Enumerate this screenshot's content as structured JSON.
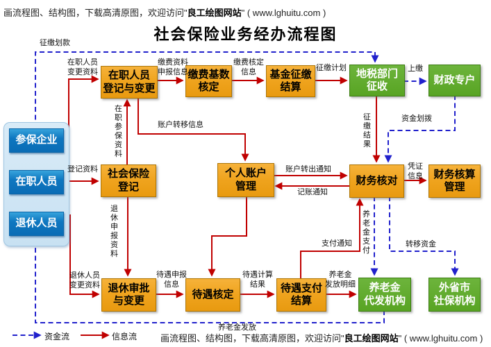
{
  "page": {
    "title": "社会保险业务经办流程图",
    "promo": {
      "prefix": "画流程图、结构图，下载高清原图，欢迎访问\"",
      "site": "良工绘图网站",
      "suffix": "\" ( www.lghuitu.com )"
    }
  },
  "colors": {
    "info_flow": "#c00000",
    "fund_flow": "#2121cc",
    "orange_node": "#efa31d",
    "green_node": "#58a423",
    "blue_node": "#0e77c0",
    "panel_bg": "#cde3f2"
  },
  "nodes": {
    "insured_employer": {
      "label": "参保企业"
    },
    "active_staff": {
      "label": "在职人员"
    },
    "retired_staff": {
      "label": "退休人员"
    },
    "active_registration": {
      "label": "在职人员\n登记与变更"
    },
    "payment_base": {
      "label": "缴费基数\n核定"
    },
    "fund_collection": {
      "label": "基金征缴\n结算"
    },
    "tax_dept": {
      "label": "地税部门\n征收"
    },
    "treasury_account": {
      "label": "财政专户"
    },
    "social_insurance_reg": {
      "label": "社会保险\n登记"
    },
    "personal_account": {
      "label": "个人账户\n管理"
    },
    "finance_check": {
      "label": "财务核对"
    },
    "finance_accounting": {
      "label": "财务核算\n管理"
    },
    "retirement_approval": {
      "label": "退休审批\n与变更"
    },
    "benefit_assessment": {
      "label": "待遇核定"
    },
    "benefit_payment": {
      "label": "待遇支付\n结算"
    },
    "pension_agency": {
      "label": "养老金\n代发机构"
    },
    "other_province_agency": {
      "label": "外省市\n社保机构"
    }
  },
  "edge_labels": {
    "collection_transfer": "征缴划款",
    "active_change_info": "在职人员\n变更资料",
    "payment_declare_info": "缴费资料\n申报信息",
    "payment_check_info": "缴费核定\n信息",
    "collection_plan": "征缴计划",
    "turn_in": "上缴",
    "fund_allocation": "资金划拨",
    "collection_result": "征缴结果",
    "active_insured_info": "在职参保资料",
    "registration_info": "登记资料",
    "account_transfer_info": "账户转移信息",
    "account_out_notice": "账户转出通知",
    "bookkeeping_notice": "记账通知",
    "voucher_info": "凭证\n信息",
    "retire_declare_info": "退休申报资料",
    "retire_change_info": "退休人员\n变更资料",
    "benefit_declare_info": "待遇申报\n信息",
    "benefit_calc_result": "待遇计算\n结果",
    "payment_notice": "支付通知",
    "pension_payment": "养老金支付",
    "transfer_funds": "转移资金",
    "pension_detail": "养老金\n发放明细",
    "pension_disburse": "养老金发放"
  },
  "legend": {
    "fund_flow_label": "资金流",
    "info_flow_label": "信息流"
  }
}
